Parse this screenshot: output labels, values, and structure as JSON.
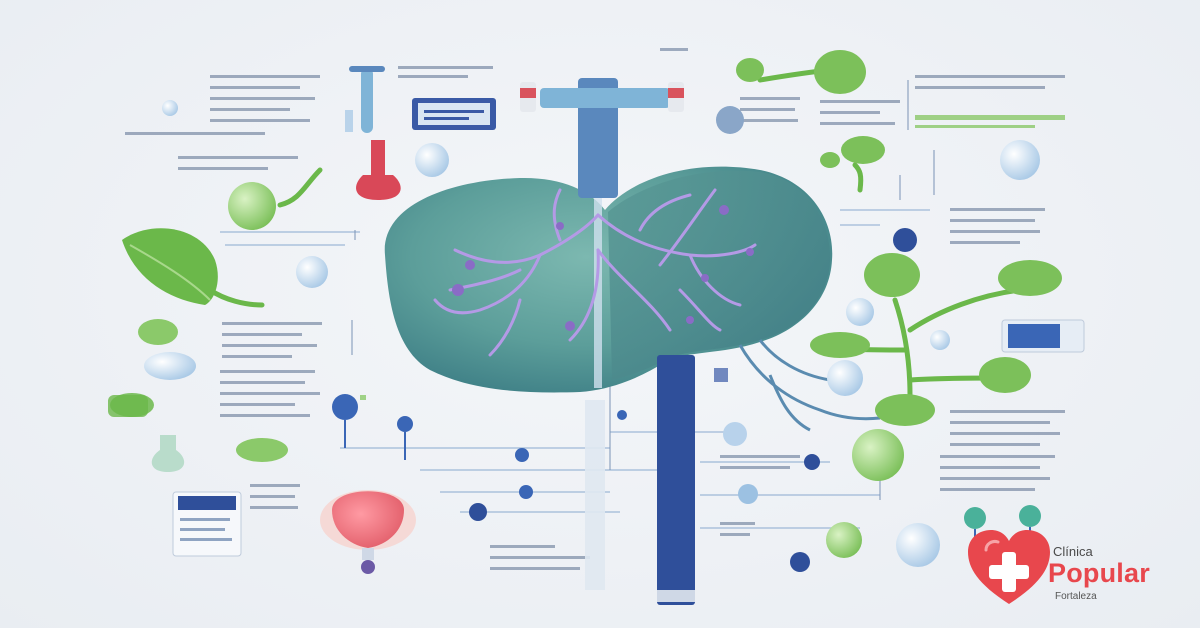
{
  "colors": {
    "background": "#eef1f5",
    "liver": "#5c9e9a",
    "veins": "#8a6cc6",
    "leaf_green": "#6bb84a",
    "navy": "#2f4f9a",
    "flask_red": "#d94858",
    "logo_red": "#e8474d"
  },
  "logo": {
    "top": "Clínica",
    "main": "Popular",
    "sub": "Fortaleza"
  },
  "icons": [
    "liver-illustration",
    "leaf-icon",
    "flask-icon",
    "pipe-icon",
    "heart-cross-icon"
  ]
}
